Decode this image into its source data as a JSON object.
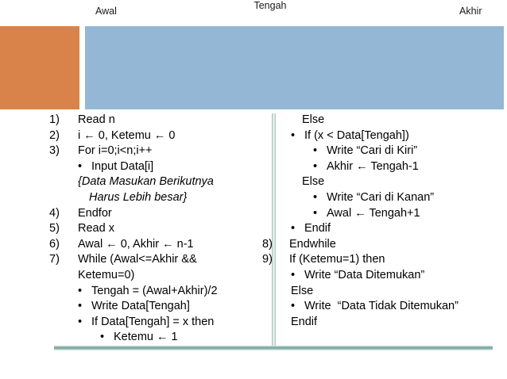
{
  "diagram": {
    "labels": [
      {
        "name": "awal",
        "text": "Awal"
      },
      {
        "name": "tengah",
        "text": "Tengah"
      },
      {
        "name": "akhir",
        "text": "Akhir"
      }
    ],
    "bars": [
      {
        "name": "awal-block",
        "color": "#D9834A"
      },
      {
        "name": "range-block",
        "color": "#95B7D6"
      }
    ]
  },
  "pseudocode": {
    "left": [
      {
        "num": "1)",
        "text": "Read n"
      },
      {
        "num": "2)",
        "text": "i ← 0, Ketemu ← 0"
      },
      {
        "num": "3)",
        "text": "For i=0;i<n;i++"
      },
      {
        "num": "",
        "bullet": "•",
        "text": "Input Data[i]"
      },
      {
        "num": "",
        "text": "{Data Masukan Berikutnya"
      },
      {
        "num": "",
        "text": "Harus Lebih besar}"
      },
      {
        "num": "4)",
        "text": "Endfor"
      },
      {
        "num": "5)",
        "text": "Read x"
      },
      {
        "num": "6)",
        "text": "Awal ← 0, Akhir ← n-1"
      },
      {
        "num": "7)",
        "text": "While (Awal<=Akhir &&"
      },
      {
        "num": "",
        "text": "Ketemu=0)"
      },
      {
        "num": "",
        "bullet": "•",
        "text": "Tengah = (Awal+Akhir)/2"
      },
      {
        "num": "",
        "bullet": "•",
        "text": "Write Data[Tengah]"
      },
      {
        "num": "",
        "bullet": "•",
        "text": "If Data[Tengah] = x then"
      },
      {
        "num": "",
        "bullet": "•",
        "text": "Ketemu ← 1"
      }
    ],
    "right": [
      {
        "num": "",
        "text": "Else"
      },
      {
        "num": "",
        "bullet": "•",
        "text": "If (x < Data[Tengah])"
      },
      {
        "num": "",
        "bullet": "•",
        "text": "Write “Cari di Kiri”"
      },
      {
        "num": "",
        "bullet": "•",
        "text": "Akhir ← Tengah-1"
      },
      {
        "num": "",
        "text": "Else"
      },
      {
        "num": "",
        "bullet": "•",
        "text": "Write “Cari di Kanan”"
      },
      {
        "num": "",
        "bullet": "•",
        "text": "Awal ← Tengah+1"
      },
      {
        "num": "",
        "bullet": "•",
        "text": "Endif"
      },
      {
        "num": "8)",
        "text": "Endwhile"
      },
      {
        "num": "9)",
        "text": "If (Ketemu=1) then"
      },
      {
        "num": "",
        "bullet": "•",
        "text": "Write “Data Ditemukan”"
      },
      {
        "num": "",
        "text": "Else"
      },
      {
        "num": "",
        "bullet": "•",
        "text": "Write  “Data Tidak Ditemukan”"
      },
      {
        "num": "",
        "text": "Endif"
      }
    ]
  }
}
